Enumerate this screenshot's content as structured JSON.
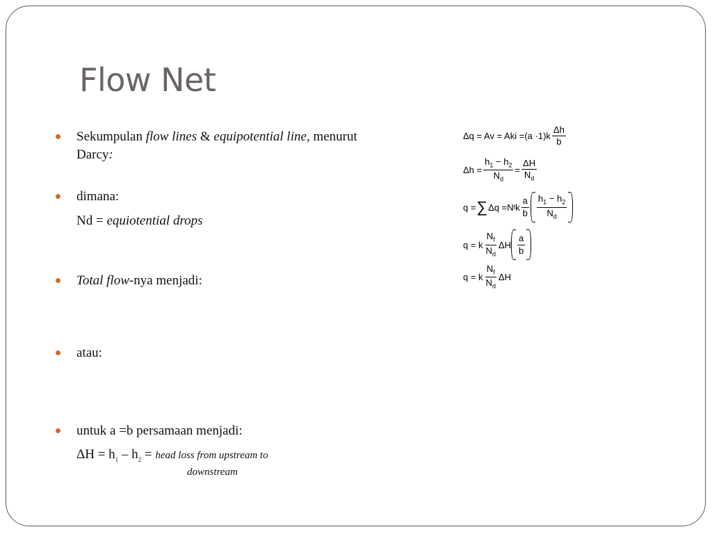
{
  "slide": {
    "title": "Flow Net"
  },
  "bullets": {
    "b1": {
      "text_plain": "Sekumpulan ",
      "italic_1": "flow lines",
      "amp": " & ",
      "italic_2": "equipotential line,",
      "tail": " menurut",
      "line2_plain": "Darcy",
      "line2_colon": ":"
    },
    "b2": {
      "text": "dimana:",
      "sub_prefix": "Nd = ",
      "sub_italic": "equiotential drops"
    },
    "b3": {
      "italic_1": "Total",
      "italic_2": "flow",
      "tail": "-nya menjadi:"
    },
    "b4": {
      "text": "atau:"
    },
    "b5": {
      "text": "untuk a =b persamaan menjadi:",
      "sub_a": "ΔH = h",
      "sub_b": " – h",
      "sub_c": " = ",
      "sub_italic": "head loss from upstream to",
      "sub_line2": "downstream"
    }
  },
  "equations": {
    "eq1": {
      "lhs": "Δq = Av = Aki = ",
      "paren": "a ·1",
      "k": "k",
      "num": "Δh",
      "den": "b"
    },
    "eq2": {
      "lhs": "Δh = ",
      "num1": "h",
      "num1b": " − h",
      "den1": "N",
      "eq": " = ",
      "num2": "ΔH",
      "den2": "N"
    },
    "eq3": {
      "lhs": "q = ",
      "sum": "∑",
      "mid": "Δq =N",
      "k": " k",
      "num_a": "a",
      "den_b": "b",
      "num": "h",
      "numb": " − h",
      "den": "N"
    },
    "eq4": {
      "lhs": "q = k",
      "num": "N",
      "den": "N",
      "mid": "ΔH",
      "num_a": "a",
      "den_b": "b"
    },
    "eq5": {
      "lhs": "q = k",
      "num": "N",
      "den": "N",
      "tail": "ΔH"
    },
    "subs": {
      "one": "1",
      "two": "2",
      "d": "d",
      "f": "f"
    }
  },
  "colors": {
    "bullet": "#d06b30",
    "title": "#6a6462",
    "frame": "#5b5b5b"
  }
}
